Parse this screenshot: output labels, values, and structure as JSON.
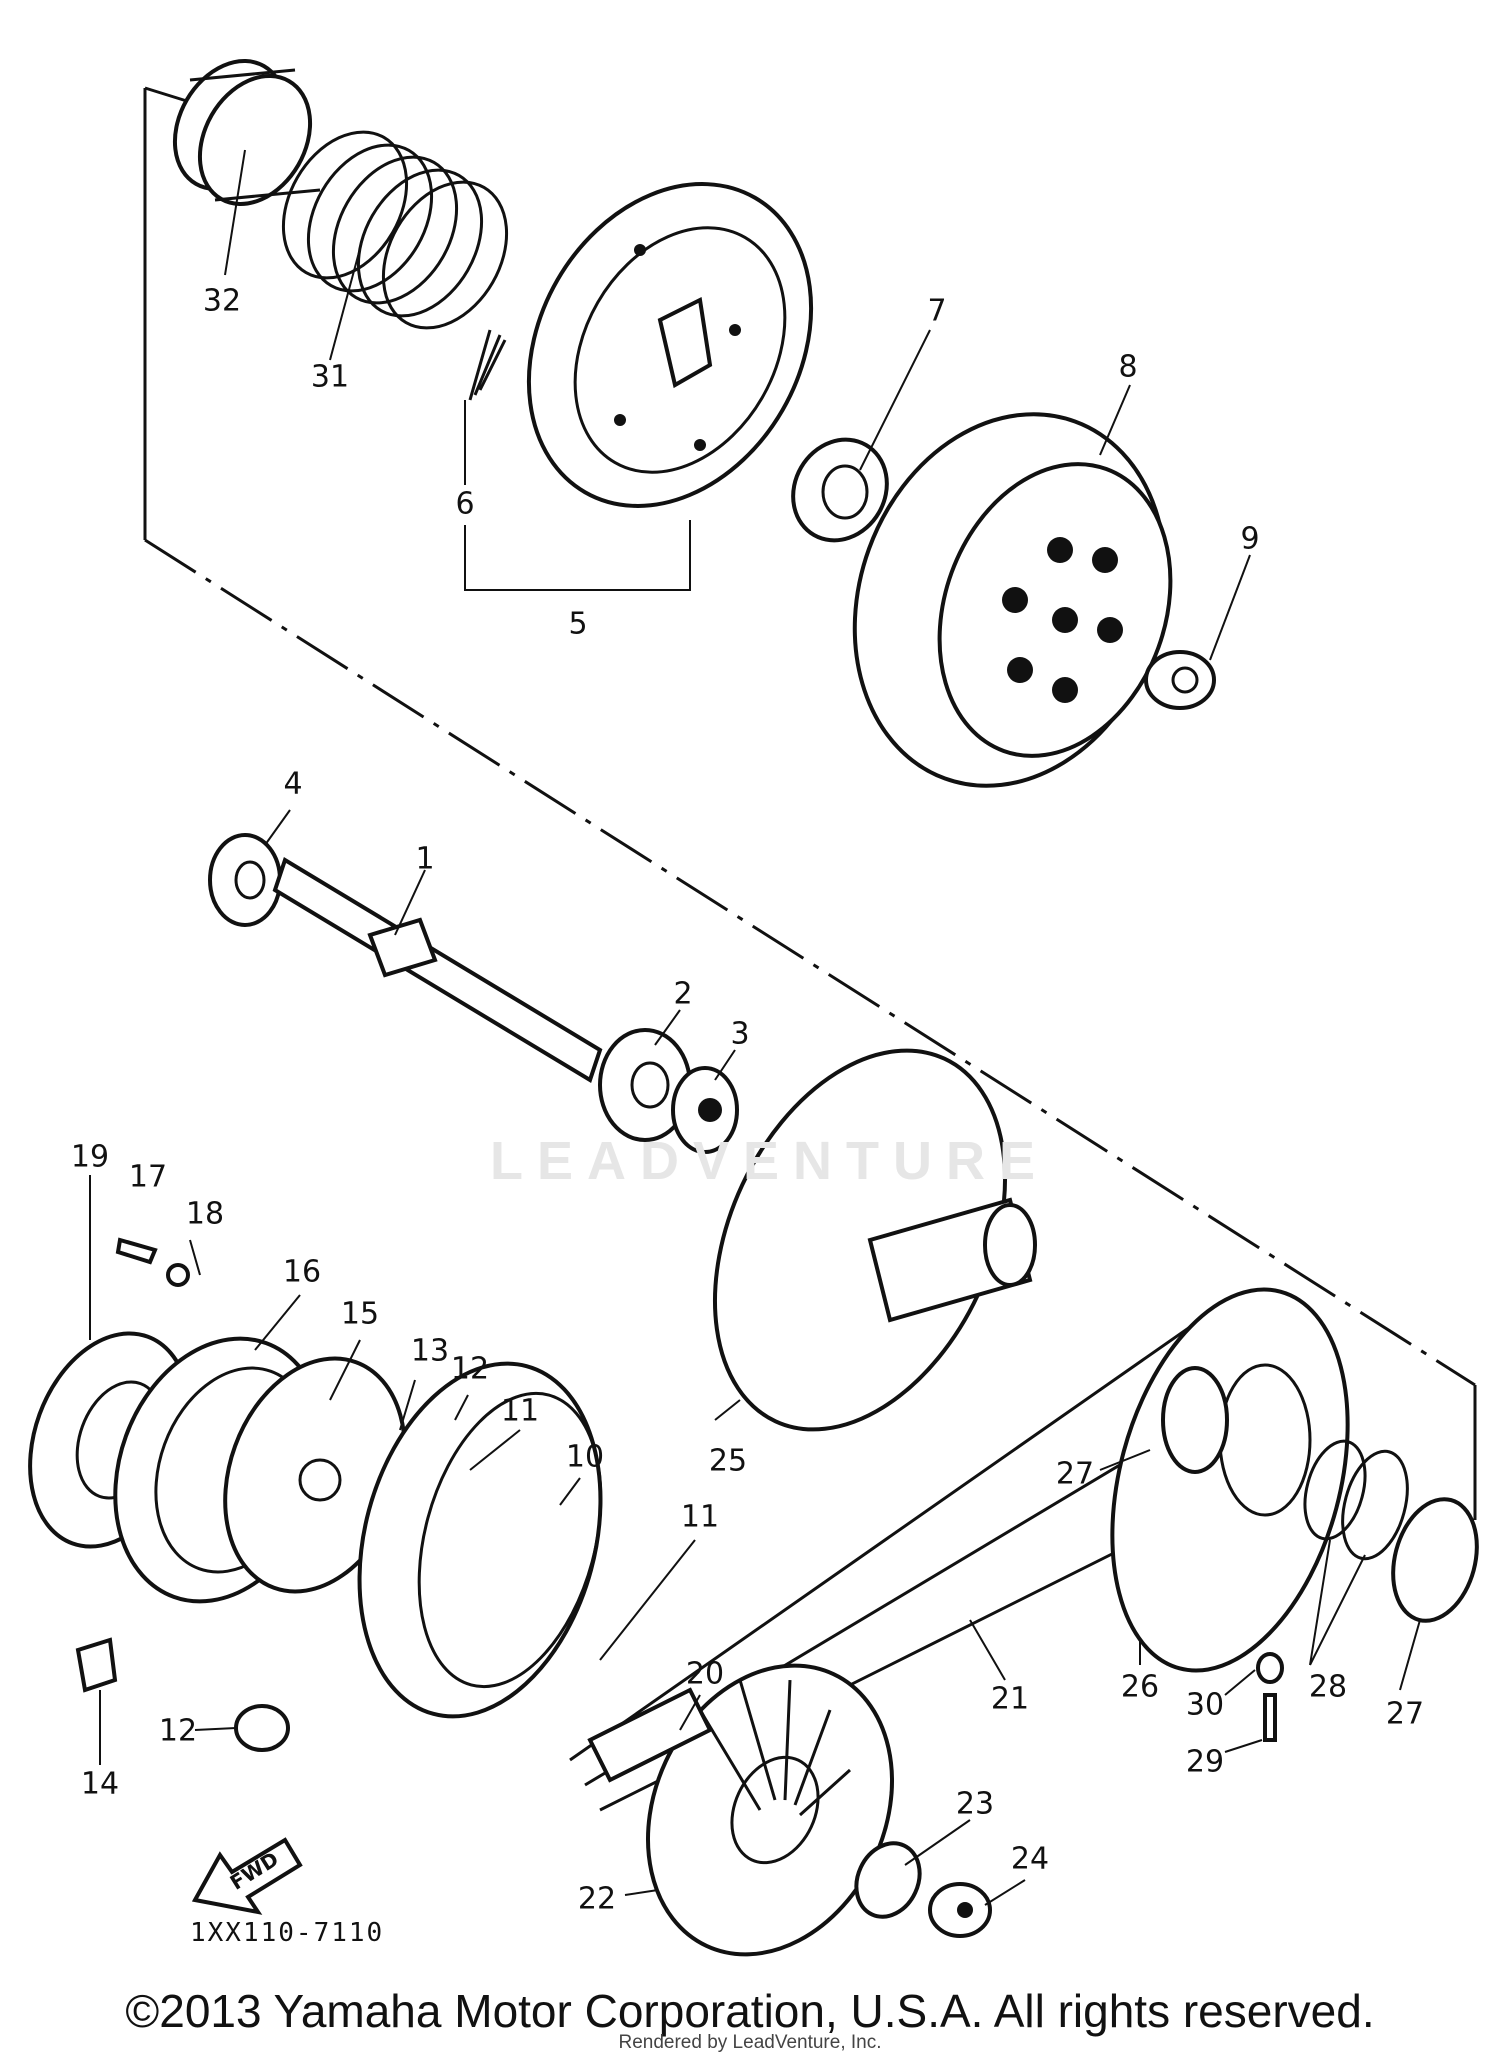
{
  "diagram": {
    "callouts": [
      "32",
      "31",
      "6",
      "5",
      "7",
      "8",
      "9",
      "4",
      "1",
      "2",
      "3",
      "19",
      "17",
      "18",
      "16",
      "15",
      "13",
      "12",
      "11",
      "10",
      "25",
      "11",
      "27",
      "14",
      "12",
      "20",
      "21",
      "26",
      "30",
      "28",
      "27",
      "29",
      "22",
      "23",
      "24"
    ],
    "direction_arrow_label": "FWD",
    "drawing_code": "1XX110-7110"
  },
  "watermark": "LEADVENTURE",
  "footer": {
    "copyright": "©2013 Yamaha Motor Corporation, U.S.A. All rights reserved.",
    "rendered_by": "Rendered by LeadVenture, Inc."
  }
}
